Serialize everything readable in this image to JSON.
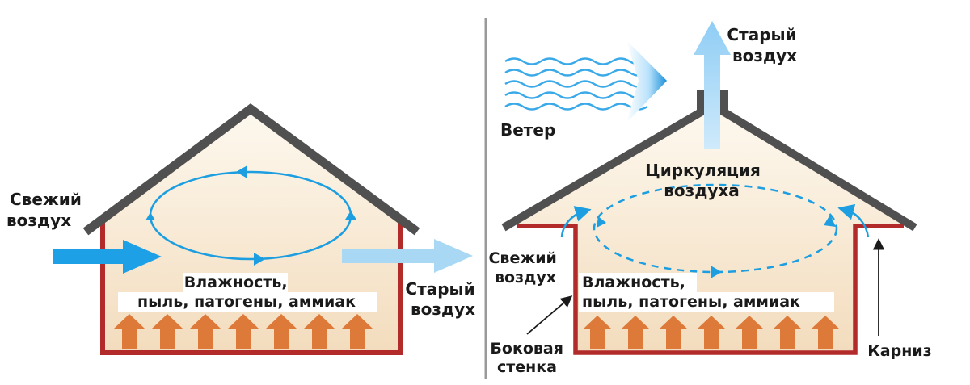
{
  "left_panel": {
    "fresh_air": [
      "Свежий",
      "воздух"
    ],
    "old_air": [
      "Старый",
      "воздух"
    ],
    "pollutants": [
      "Влажность,",
      "пыль, патогены, аммиак"
    ]
  },
  "right_panel": {
    "wind": "Ветер",
    "old_air": [
      "Старый",
      "воздух"
    ],
    "circulation": [
      "Циркуляция",
      "воздуха"
    ],
    "fresh_air": [
      "Свежий",
      "воздух"
    ],
    "pollutants": [
      "Влажность,",
      "пыль, патогены, аммиак"
    ],
    "side_wall": [
      "Боковая",
      "стенка"
    ],
    "eave": "Карниз"
  },
  "colors": {
    "roof": "#505050",
    "wall": "#b22a2a",
    "interior_top": "#fdf7ea",
    "interior_bottom": "#f4ddbf",
    "heat_arrow": "#dd7a3a",
    "airflow_blue": "#1ea0e6",
    "airflow_light": "#a9d8f5",
    "circulation": "#1c9ee0",
    "divider": "#9a9a9a"
  }
}
